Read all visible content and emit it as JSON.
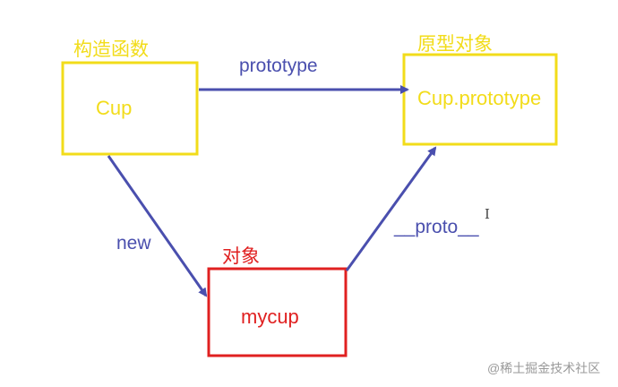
{
  "nodes": {
    "constructor": {
      "caption": "构造函数",
      "text": "Cup"
    },
    "prototype_obj": {
      "caption": "原型对象",
      "text": "Cup.prototype"
    },
    "instance": {
      "caption": "对象",
      "text": "mycup"
    }
  },
  "edges": {
    "prototype": "prototype",
    "new": "new",
    "proto": "__proto__"
  },
  "cursor_glyph": "I",
  "watermark": "@稀土掘金技术社区",
  "colors": {
    "yellow": "#f2dc1a",
    "red": "#e02020",
    "blue": "#4a4fae"
  }
}
